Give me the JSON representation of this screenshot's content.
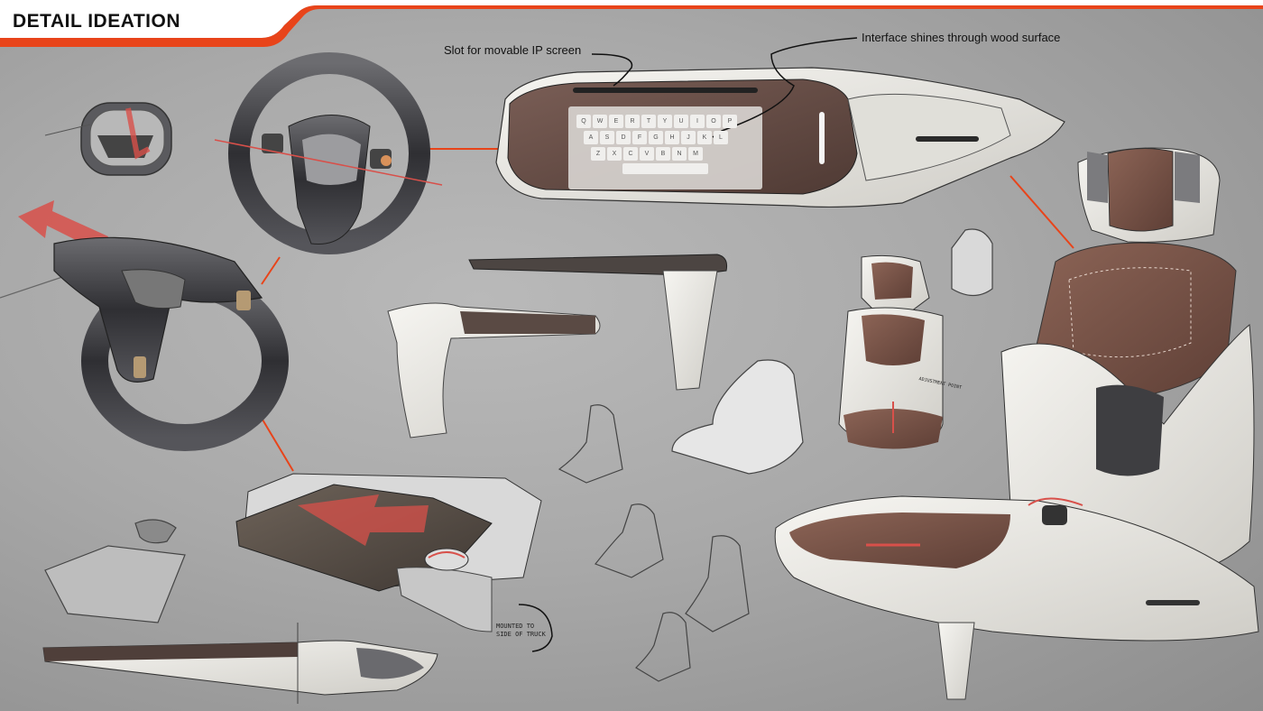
{
  "sheet": {
    "title": "DETAIL IDEATION",
    "accent_color": "#e8441a",
    "background_color": "#a9a9a9"
  },
  "annotations": {
    "slot_label": "Slot for movable IP screen",
    "interface_label": "Interface shines through wood surface",
    "mount_note": "MOUNTED TO SIDE OF TRUCK",
    "point_note": "ADJUSTMENT POINT"
  },
  "keyboard": {
    "rows": [
      [
        "Q",
        "W",
        "E",
        "R",
        "T",
        "Y",
        "U",
        "I",
        "O",
        "P"
      ],
      [
        "A",
        "S",
        "D",
        "F",
        "G",
        "H",
        "J",
        "K",
        "L"
      ],
      [
        "Z",
        "X",
        "C",
        "V",
        "B",
        "N",
        "M"
      ]
    ]
  },
  "colors": {
    "wood": "#6b5149",
    "leather": "#7d564a",
    "shell": "#ecebe6",
    "chrome": "#4a4a4c",
    "arrow": "#d8504a"
  }
}
